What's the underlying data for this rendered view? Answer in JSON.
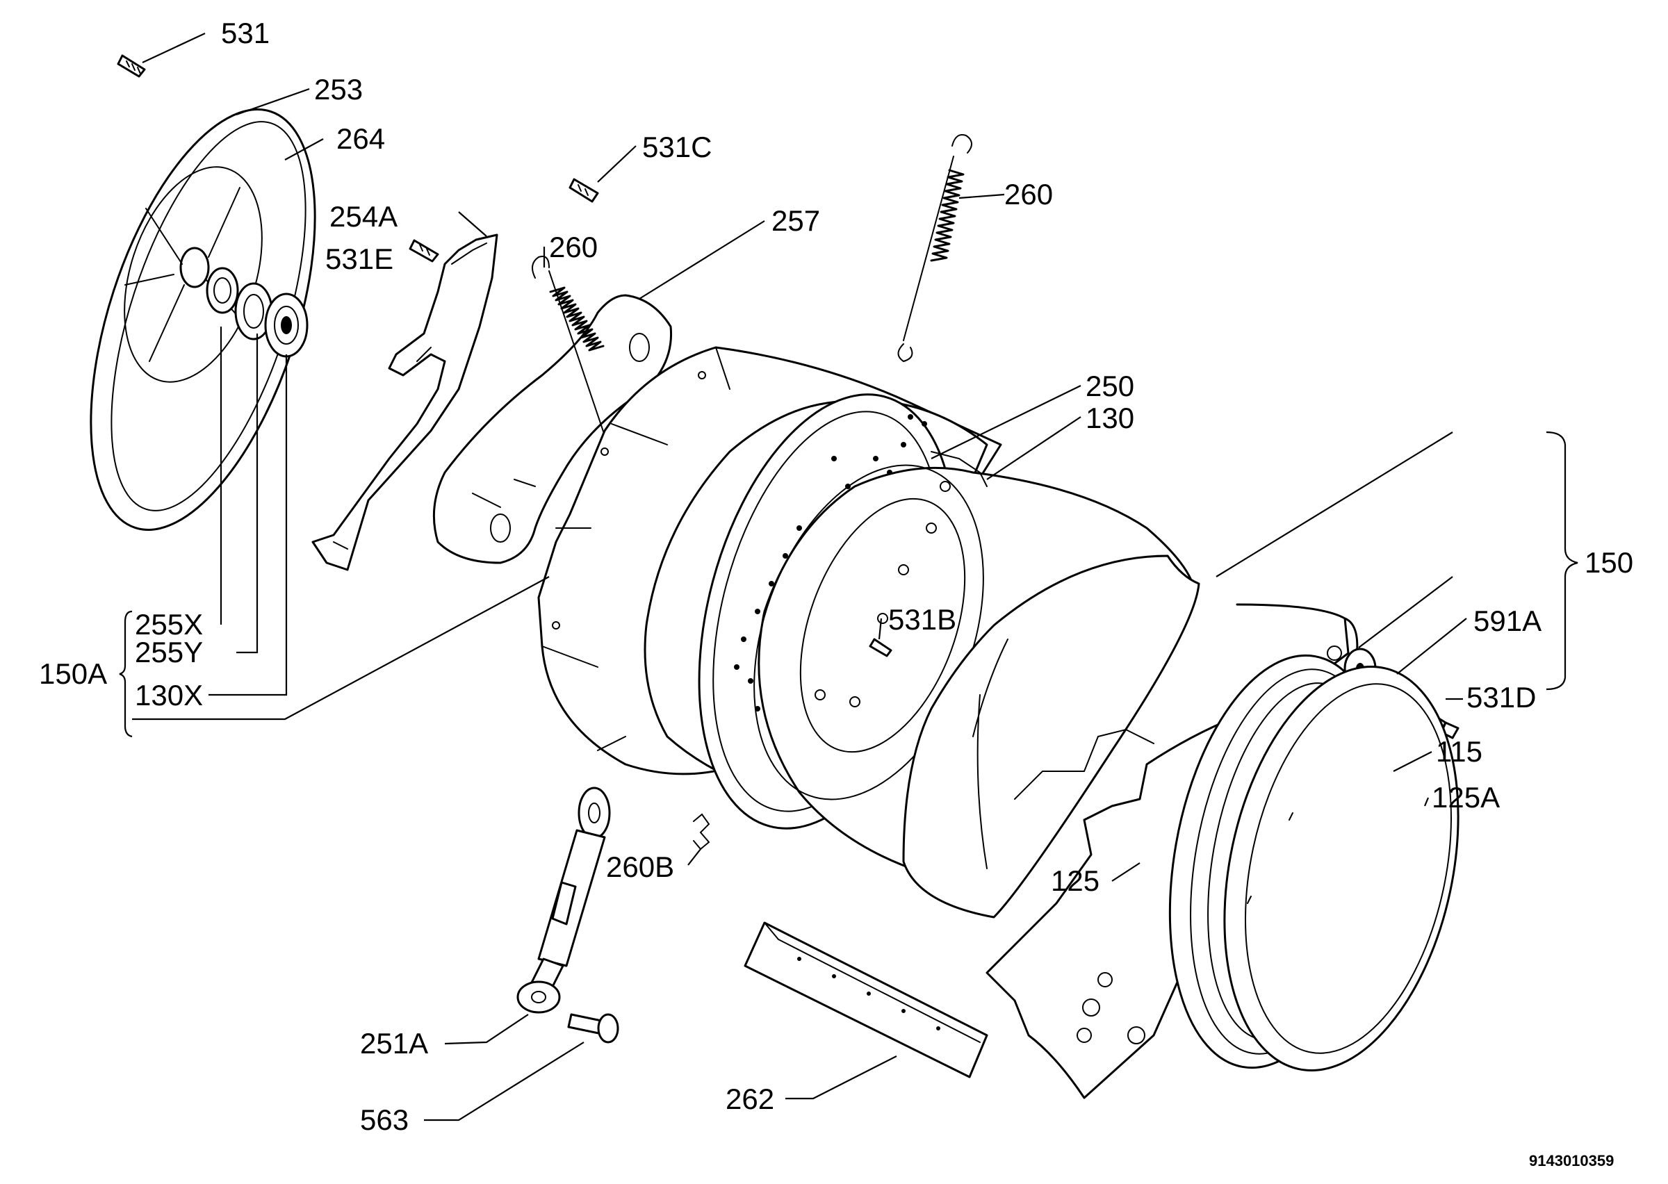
{
  "document_number": "9143010359",
  "labels": {
    "l531": "531",
    "l253": "253",
    "l264": "264",
    "l531c": "531C",
    "l254a": "254A",
    "l531e": "531E",
    "l260_left": "260",
    "l257": "257",
    "l260_right": "260",
    "l250": "250",
    "l130": "130",
    "l150": "150",
    "l591a": "591A",
    "l531d": "531D",
    "l115": "115",
    "l125a": "125A",
    "l125": "125",
    "l531b": "531B",
    "l260b": "260B",
    "l150a": "150A",
    "l255x": "255X",
    "l255y": "255Y",
    "l130x": "130X",
    "l251a": "251A",
    "l563": "563",
    "l262": "262"
  },
  "icons": [
    "pulley-icon",
    "spring-icon",
    "shock-absorber-icon",
    "bolt-icon",
    "drum-icon",
    "tub-icon",
    "bearing-icon"
  ]
}
